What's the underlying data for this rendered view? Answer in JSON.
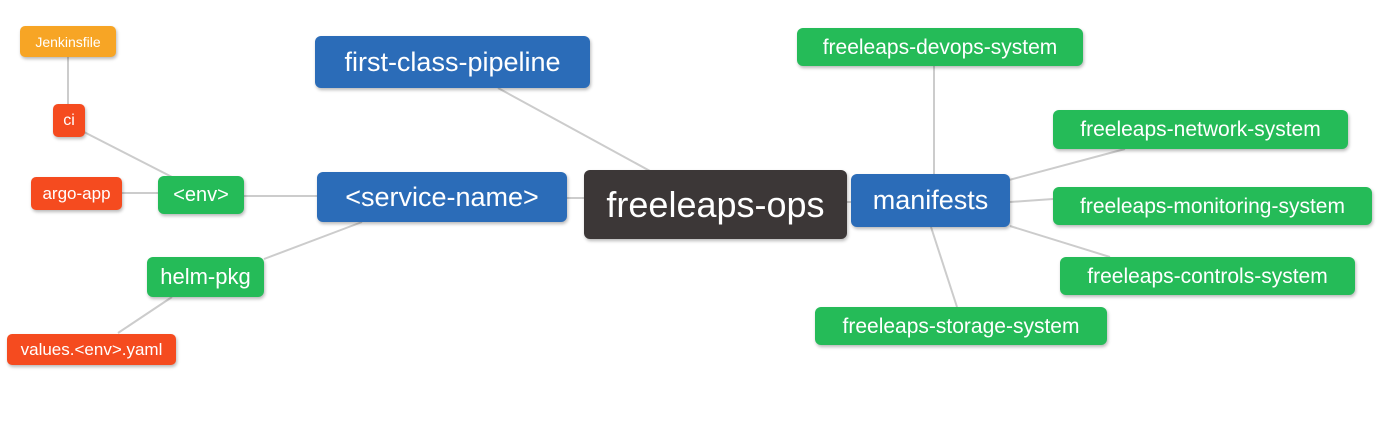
{
  "diagram": {
    "type": "mindmap",
    "root_label": "freeleaps-ops",
    "colors": {
      "root": "#3C3737",
      "branch": "#2B6CB8",
      "leaf_green": "#25BB58",
      "leaf_red": "#F54B1F",
      "leaf_orange": "#F7A525",
      "edge": "#CCCCCC",
      "text": "#FFFFFF",
      "background": "#FFFFFF"
    },
    "nodes": {
      "root": {
        "label": "freeleaps-ops"
      },
      "pipeline": {
        "label": "first-class-pipeline"
      },
      "service": {
        "label": "<service-name>"
      },
      "manifests": {
        "label": "manifests"
      },
      "env": {
        "label": "<env>"
      },
      "helm_pkg": {
        "label": "helm-pkg"
      },
      "ci": {
        "label": "ci"
      },
      "argo_app": {
        "label": "argo-app"
      },
      "jenkinsfile": {
        "label": "Jenkinsfile"
      },
      "values_yaml": {
        "label": "values.<env>.yaml"
      },
      "devops": {
        "label": "freeleaps-devops-system"
      },
      "network": {
        "label": "freeleaps-network-system"
      },
      "monitoring": {
        "label": "freeleaps-monitoring-system"
      },
      "controls": {
        "label": "freeleaps-controls-system"
      },
      "storage": {
        "label": "freeleaps-storage-system"
      }
    },
    "edges": [
      {
        "from": "jenkinsfile",
        "to": "ci"
      },
      {
        "from": "ci",
        "to": "env"
      },
      {
        "from": "argo_app",
        "to": "env"
      },
      {
        "from": "env",
        "to": "service"
      },
      {
        "from": "helm_pkg",
        "to": "service"
      },
      {
        "from": "values_yaml",
        "to": "helm_pkg"
      },
      {
        "from": "pipeline",
        "to": "root"
      },
      {
        "from": "service",
        "to": "root"
      },
      {
        "from": "root",
        "to": "manifests"
      },
      {
        "from": "devops",
        "to": "manifests"
      },
      {
        "from": "manifests",
        "to": "network"
      },
      {
        "from": "manifests",
        "to": "monitoring"
      },
      {
        "from": "manifests",
        "to": "controls"
      },
      {
        "from": "manifests",
        "to": "storage"
      }
    ]
  }
}
